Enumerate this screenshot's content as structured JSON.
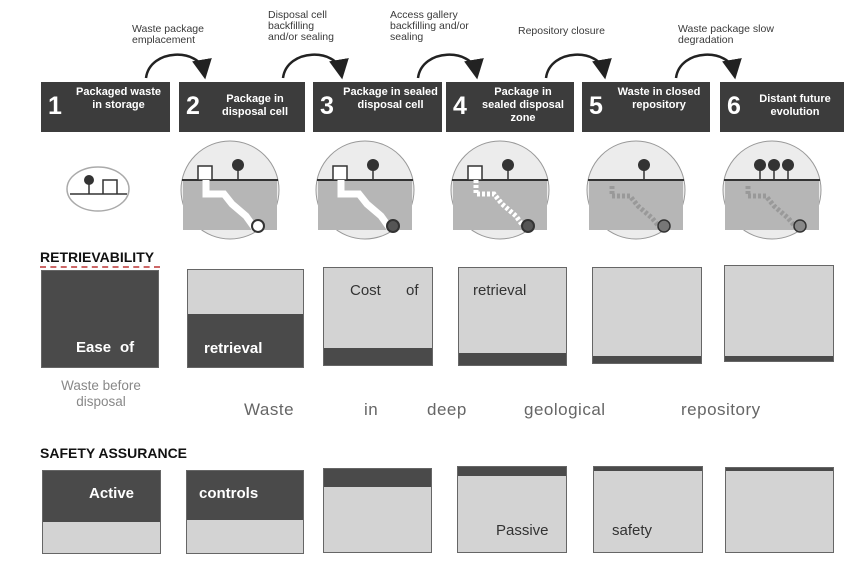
{
  "transitions": [
    {
      "text": "Waste package emplacement"
    },
    {
      "text": "Disposal cell backfilling and/or sealing"
    },
    {
      "text": "Access gallery backfilling and/or sealing"
    },
    {
      "text": "Repository closure"
    },
    {
      "text": "Waste package slow degradation"
    }
  ],
  "stages": [
    {
      "num": "1",
      "label": "Packaged waste in storage"
    },
    {
      "num": "2",
      "label": "Package in disposal cell"
    },
    {
      "num": "3",
      "label": "Package in sealed disposal cell"
    },
    {
      "num": "4",
      "label": "Package in sealed disposal zone"
    },
    {
      "num": "5",
      "label": "Waste in closed repository"
    },
    {
      "num": "6",
      "label": "Distant future evolution"
    }
  ],
  "sections": {
    "retrievability": "RETRIEVABILITY",
    "safety": "SAFETY ASSURANCE"
  },
  "retrievability": {
    "ease_words": [
      "Ease",
      "of",
      "retrieval"
    ],
    "cost_words": [
      "Cost",
      "of",
      "retrieval"
    ],
    "ease_fraction": [
      1.0,
      0.55,
      0.18,
      0.12,
      0.07,
      0.05
    ]
  },
  "safety": {
    "active_words": [
      "Active",
      "controls"
    ],
    "passive_words": [
      "Passive",
      "safety"
    ],
    "active_fraction": [
      0.62,
      0.6,
      0.22,
      0.1,
      0.05,
      0.02
    ]
  },
  "captions": {
    "before": "Waste before disposal",
    "deep": [
      "Waste",
      "in",
      "deep",
      "geological",
      "repository"
    ]
  },
  "colors": {
    "dark": "#4a4a4a",
    "light": "#d3d3d3",
    "stage": "#3c3c3c",
    "dashed_border": "#cc6666"
  }
}
